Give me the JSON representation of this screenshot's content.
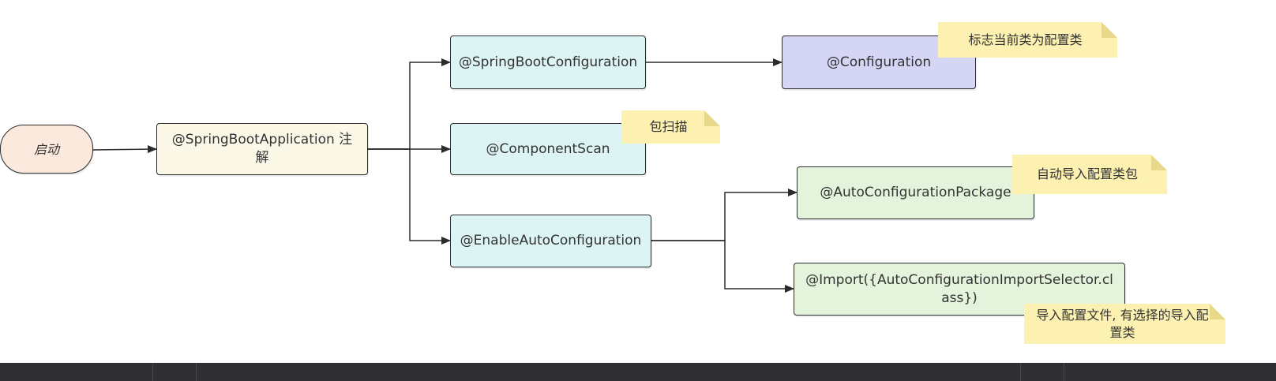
{
  "nodes": {
    "start": "启动",
    "app": "@SpringBootApplication 注解",
    "sbc": "@SpringBootConfiguration",
    "cs": "@ComponentScan",
    "eac": "@EnableAutoConfiguration",
    "conf": "@Configuration",
    "acp": "@AutoConfigurationPackage",
    "imp": "@Import({AutoConfigurationImportSelector.class})"
  },
  "notes": {
    "conf": "标志当前类为配置类",
    "cs": "包扫描",
    "acp": "自动导入配置类包",
    "imp": "导入配置文件, 有选择的导入配置类"
  },
  "colors": {
    "start": "#fbe9dd",
    "app": "#fcf8e8",
    "spring": "#dcf4f3",
    "configuration": "#d5d6f6",
    "auto": "#e4f3dc",
    "note": "#fdf1b1",
    "edge": "#2b2b2b"
  }
}
